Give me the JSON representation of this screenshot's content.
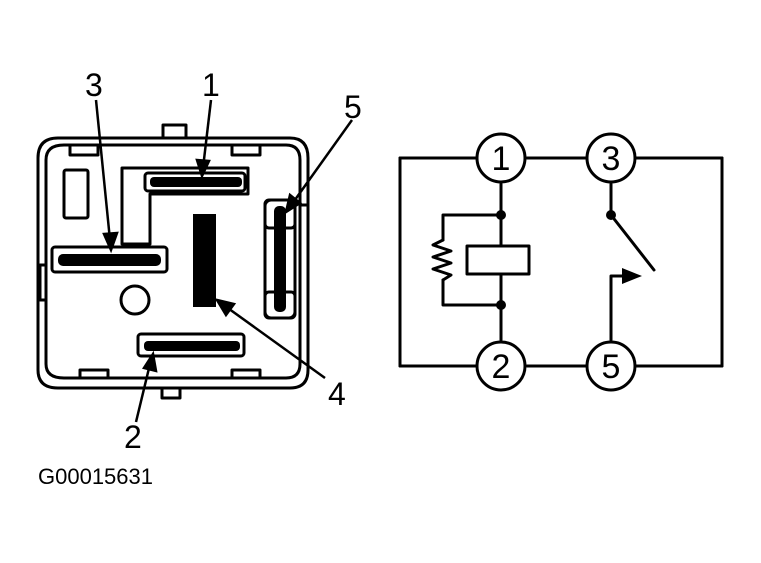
{
  "relay_face": {
    "pin_callouts": [
      {
        "pin": "1",
        "label": "1"
      },
      {
        "pin": "2",
        "label": "2"
      },
      {
        "pin": "3",
        "label": "3"
      },
      {
        "pin": "4",
        "label": "4"
      },
      {
        "pin": "5",
        "label": "5"
      }
    ]
  },
  "schematic": {
    "terminals": [
      {
        "id": "1",
        "label": "1"
      },
      {
        "id": "2",
        "label": "2"
      },
      {
        "id": "3",
        "label": "3"
      },
      {
        "id": "5",
        "label": "5"
      }
    ]
  },
  "figure_code": "G00015631",
  "colors": {
    "ink": "#000000",
    "paper": "#ffffff"
  }
}
